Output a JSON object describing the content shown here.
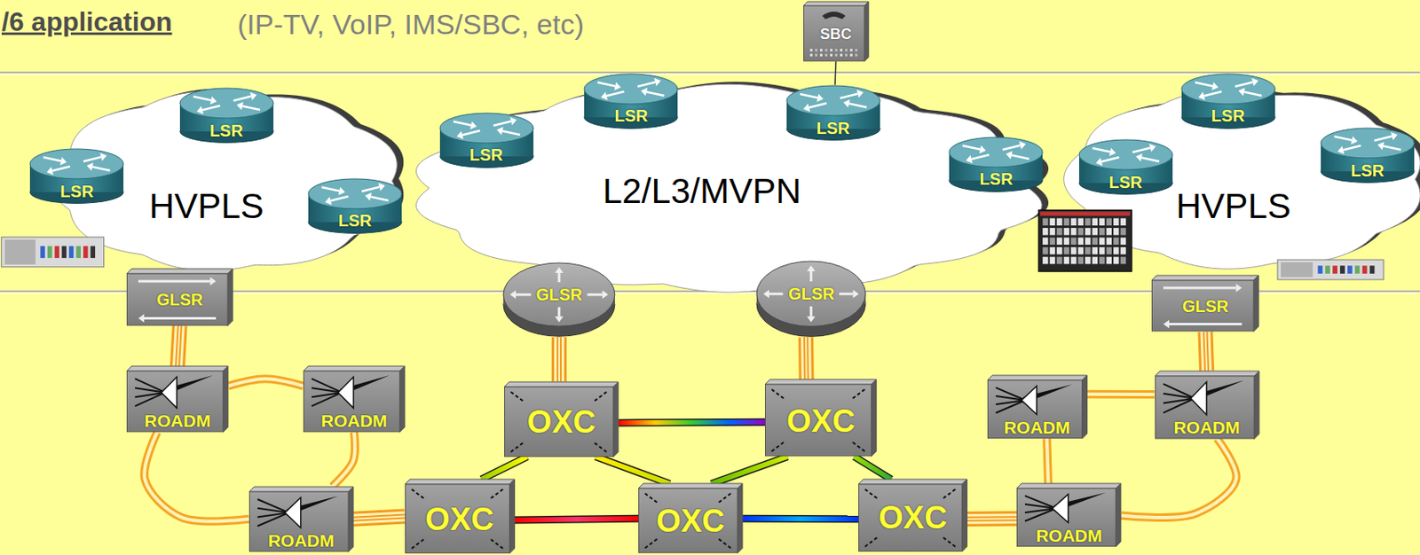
{
  "diagram": {
    "nodes": [
      {
        "text": [
          "SBC"
        ]
      },
      {
        "text": [
          "HVPLS"
        ]
      },
      {
        "text": [
          "LSR"
        ],
        "in": 1
      },
      {
        "text": [
          "LSR"
        ],
        "in": 1
      },
      {
        "text": [
          "LSR"
        ],
        "in": 1
      },
      {
        "text": [
          "L2/L3/MVPN"
        ]
      },
      {
        "text": [
          "LSR"
        ],
        "in": 5
      },
      {
        "text": [
          "LSR"
        ],
        "in": 5
      },
      {
        "text": [
          "LSR"
        ],
        "in": 5
      },
      {
        "text": [
          "LSR"
        ],
        "in": 5
      },
      {
        "text": [
          "HVPLS"
        ]
      },
      {
        "text": [
          "LSR"
        ],
        "in": 10
      },
      {
        "text": [
          "LSR"
        ],
        "in": 10
      },
      {
        "text": [
          "LSR"
        ],
        "in": 10
      },
      {
        "text": [
          "GLSR"
        ]
      },
      {
        "text": [
          "GLSR"
        ]
      },
      {
        "text": [
          "GLSR"
        ]
      },
      {
        "text": [
          "GLSR"
        ]
      },
      {
        "text": [
          "ROADM"
        ]
      },
      {
        "text": [
          "ROADM"
        ]
      },
      {
        "text": [
          "OXC"
        ]
      },
      {
        "text": [
          "OXC"
        ]
      },
      {
        "text": [
          "ROADM"
        ]
      },
      {
        "text": [
          "ROADM"
        ]
      },
      {
        "text": [
          "ROADM"
        ]
      },
      {
        "text": [
          "OXC"
        ]
      },
      {
        "text": [
          "OXC"
        ]
      },
      {
        "text": [
          "OXC"
        ]
      },
      {
        "text": [
          "ROADM"
        ]
      }
    ],
    "edges": [
      {
        "from": 0,
        "to": 8,
        "arrow": "none"
      },
      {
        "from": 14,
        "to": 18,
        "arrow": "none"
      },
      {
        "from": 15,
        "to": 20,
        "arrow": "none"
      },
      {
        "from": 16,
        "to": 21,
        "arrow": "none"
      },
      {
        "from": 17,
        "to": 23,
        "arrow": "none"
      },
      {
        "from": 18,
        "to": 19,
        "arrow": "none"
      },
      {
        "from": 18,
        "to": 24,
        "arrow": "none"
      },
      {
        "from": 19,
        "to": 24,
        "arrow": "none"
      },
      {
        "from": 24,
        "to": 25,
        "arrow": "none"
      },
      {
        "from": 20,
        "to": 21,
        "arrow": "none"
      },
      {
        "from": 20,
        "to": 25,
        "arrow": "none"
      },
      {
        "from": 20,
        "to": 26,
        "arrow": "none"
      },
      {
        "from": 21,
        "to": 26,
        "arrow": "none"
      },
      {
        "from": 21,
        "to": 27,
        "arrow": "none"
      },
      {
        "from": 25,
        "to": 26,
        "arrow": "none"
      },
      {
        "from": 26,
        "to": 27,
        "arrow": "none"
      },
      {
        "from": 27,
        "to": 28,
        "arrow": "none"
      },
      {
        "from": 22,
        "to": 23,
        "arrow": "none"
      },
      {
        "from": 22,
        "to": 28,
        "arrow": "none"
      },
      {
        "from": 23,
        "to": 28,
        "arrow": "none"
      }
    ],
    "labels": [
      "/6 application",
      "(IP-TV, VoIP, IMS/SBC, etc)"
    ]
  }
}
